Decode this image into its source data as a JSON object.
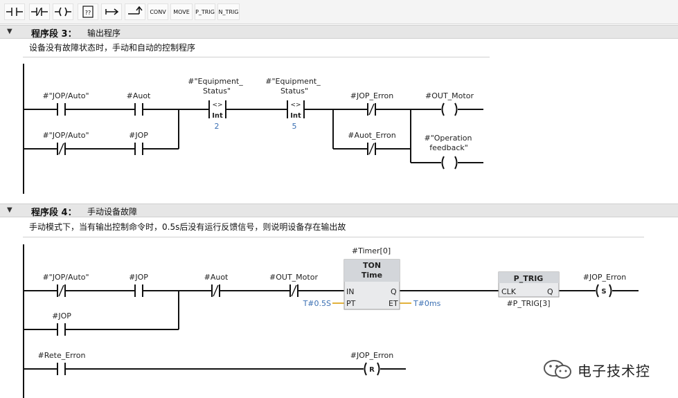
{
  "toolbar": {
    "buttons": [
      {
        "name": "no-contact",
        "label": "-| |-"
      },
      {
        "name": "nc-contact",
        "label": "-|/|-"
      },
      {
        "name": "coil",
        "label": "-( )-"
      },
      {
        "name": "empty-box",
        "label": "??"
      },
      {
        "name": "open-branch",
        "label": "↦"
      },
      {
        "name": "close-branch",
        "label": "↱"
      },
      {
        "name": "conv",
        "label": "CONV"
      },
      {
        "name": "move",
        "label": "MOVE"
      },
      {
        "name": "p-trig",
        "label": "P_TRIG"
      },
      {
        "name": "n-trig",
        "label": "N_TRIG"
      }
    ]
  },
  "network3": {
    "title": "程序段 3：",
    "subtitle": "输出程序",
    "comment": "设备没有故障状态时，手动和自动的控制程序",
    "contacts": {
      "jop_auto_no": "#\"JOP/Auto\"",
      "auot": "#Auot",
      "jop_auto_nc": "#\"JOP/Auto\"",
      "jop": "#JOP",
      "eq1_line1": "#\"Equipment_",
      "eq1_line2": "Status\"",
      "eq1_op": "<>",
      "eq1_type": "Int",
      "eq1_value": "2",
      "eq2_line1": "#\"Equipment_",
      "eq2_line2": "Status\"",
      "eq2_op": "<>",
      "eq2_type": "Int",
      "eq2_value": "5",
      "jop_erron": "#JOP_Erron",
      "auot_erron": "#Auot_Erron",
      "out_motor": "#OUT_Motor",
      "op_fb_line1": "#\"Operation",
      "op_fb_line2": "feedback\""
    }
  },
  "network4": {
    "title": "程序段 4：",
    "subtitle": "手动设备故障",
    "comment": "手动模式下，当有输出控制命令时，0.5s后没有运行反馈信号，则说明设备存在输出故",
    "contacts": {
      "jop_auto_nc": "#\"JOP/Auto\"",
      "jop": "#JOP",
      "auot": "#Auot",
      "out_motor": "#OUT_Motor",
      "jop_branch": "#JOP",
      "timer_instance": "#Timer[0]",
      "timer_type": "TON",
      "timer_sub": "Time",
      "pin_in": "IN",
      "pin_q": "Q",
      "pin_pt": "PT",
      "pin_et": "ET",
      "pt_value": "T#0.5S",
      "et_value": "T#0ms",
      "ptrig_type": "P_TRIG",
      "ptrig_clk": "CLK",
      "ptrig_q": "Q",
      "ptrig_instance": "#P_TRIG[3]",
      "set_coil_label": "#JOP_Erron",
      "set_coil_letter": "S",
      "rete_erron": "#Rete_Erron",
      "reset_coil_label": "#JOP_Erron",
      "reset_coil_letter": "R"
    }
  },
  "watermark": "电子技术控"
}
